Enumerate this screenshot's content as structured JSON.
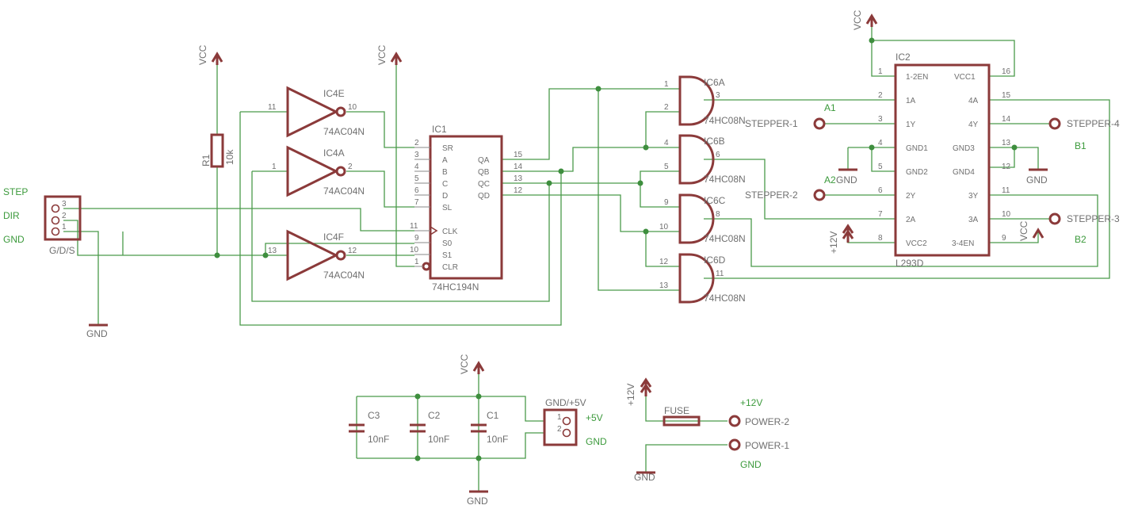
{
  "labels": {
    "ic1_name": "IC1",
    "ic1_value": "74HC194N",
    "ic1_pins_left": [
      "SR",
      "A",
      "B",
      "C",
      "D",
      "SL",
      "CLK",
      "S0",
      "S1",
      "CLR"
    ],
    "ic1_nums_left": [
      "2",
      "3",
      "4",
      "5",
      "6",
      "7",
      "11",
      "9",
      "10",
      "1"
    ],
    "ic1_pins_right": [
      "QA",
      "QB",
      "QC",
      "QD"
    ],
    "ic1_nums_right": [
      "15",
      "14",
      "13",
      "12"
    ],
    "ic2_name": "IC2",
    "ic2_value": "L293D",
    "ic2_pins_left": [
      "1-2EN",
      "1A",
      "1Y",
      "GND1",
      "GND2",
      "2Y",
      "2A",
      "VCC2"
    ],
    "ic2_nums_left": [
      "1",
      "2",
      "3",
      "4",
      "5",
      "6",
      "7",
      "8"
    ],
    "ic2_pins_right": [
      "VCC1",
      "4A",
      "4Y",
      "GND3",
      "GND4",
      "3Y",
      "3A",
      "3-4EN"
    ],
    "ic2_nums_right": [
      "16",
      "15",
      "14",
      "13",
      "12",
      "11",
      "10",
      "9"
    ],
    "ic4e": "IC4E",
    "ic4a": "IC4A",
    "ic4f": "IC4F",
    "inv_value": "74AC04N",
    "ic4e_pins": [
      "11",
      "10"
    ],
    "ic4a_pins": [
      "1",
      "2"
    ],
    "ic4f_pins": [
      "13",
      "12"
    ],
    "ic6a": "IC6A",
    "ic6b": "IC6B",
    "ic6c": "IC6C",
    "ic6d": "IC6D",
    "and_value": "74HC08N",
    "ic6a_pins": [
      "1",
      "2",
      "3"
    ],
    "ic6b_pins": [
      "4",
      "5",
      "6"
    ],
    "ic6c_pins": [
      "9",
      "10",
      "8"
    ],
    "ic6d_pins": [
      "12",
      "13",
      "11"
    ],
    "r1_name": "R1",
    "r1_value": "10k",
    "c1": "C1",
    "c2": "C2",
    "c3": "C3",
    "cap_value": "10nF",
    "vcc": "VCC",
    "gnd": "GND",
    "v12": "+12V",
    "step": "STEP",
    "dir": "DIR",
    "gnd_sig": "GND",
    "conn_gds": "G/D/S",
    "conn_gds_pins": [
      "3",
      "2",
      "1"
    ],
    "conn_pwr": "GND/+5V",
    "conn_pwr_pins": [
      "1",
      "2"
    ],
    "p5v": "+5V",
    "pwr_gnd": "GND",
    "stepper1": "STEPPER-1",
    "stepper2": "STEPPER-2",
    "stepper3": "STEPPER-3",
    "stepper4": "STEPPER-4",
    "a1": "A1",
    "a2": "A2",
    "b1": "B1",
    "b2": "B2",
    "fuse": "FUSE",
    "p12v": "+12V",
    "power1": "POWER-1",
    "power2": "POWER-2",
    "gnd_power": "GND"
  },
  "colors": {
    "wire": "#4a9a4a",
    "part": "#8b3a3a",
    "label": "#6f6f6f",
    "net_label": "#3c9a3c"
  }
}
